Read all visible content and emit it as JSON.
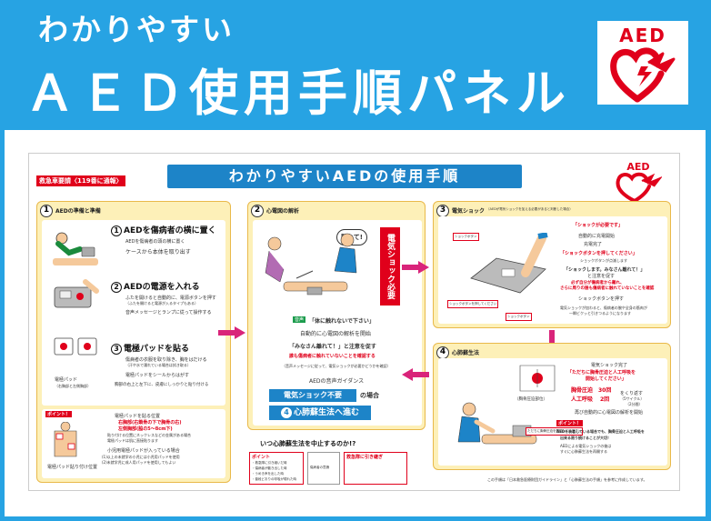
{
  "header": {
    "subtitle": "わかりやすい",
    "title": "ＡＥＤ使用手順パネル",
    "logo_text": "AED"
  },
  "poster": {
    "badge": "救急車要請〈119番に通報〉",
    "title": "わかりやすいAEDの使用手順",
    "logo_text": "AED",
    "panel1": {
      "num": "1",
      "label": "AEDの準備と準備",
      "step1_num": "1",
      "step1_title": "AEDを傷病者の横に置く",
      "step1_note1": "AEDを傷病者の頭の横に置く",
      "step1_note2": "ケースから本体を取り出す",
      "step2_num": "2",
      "step2_title": "AEDの電源を入れる",
      "step2_note1": "ふたを開けると自動的に、電源ボタンを押す",
      "step2_note2": "（ふたを開けると電源が入るタイプもある）",
      "step2_note3": "音声メッセージとランプに従って操作する",
      "step3_num": "3",
      "step3_title": "電極パッドを貼る",
      "step3_note1": "傷病者の衣服を取り除き、胸をはだける",
      "step3_note2": "（汗や水で濡れている場合は拭き取る）",
      "step3_note3": "電極パッドをシールからはがす",
      "step3_note4": "胸部の右上と左下に、皮膚にしっかりと貼り付ける",
      "pad_label": "電極パッド",
      "pad_note": "（右胸部と左側胸部）",
      "point_label": "ポイント！",
      "point1": "電極パッドを貼る位置",
      "point2": "右胸部(右鎖骨の下で胸骨の右)",
      "point3": "左側胸部(脇の5〜8cm下)",
      "point4": "貼り付ける位置にネックレスなどの金属がある場合",
      "point5": "電極パッドは肌に直接貼ります",
      "point6": "小児用電極パッドが入っている場合",
      "point7": "(1)以上の未就学の小児には小児用パッドを使用",
      "point8": "(2)未就学児に成人用パッドを使用してもよい",
      "pad_position_label": "電極パッド貼り付け位置"
    },
    "panel2": {
      "num": "2",
      "label": "心電図の解析",
      "speech": "離れて!",
      "vertical": "電気ショック必要",
      "green_label": "音声",
      "msg1": "「体に触れないで下さい」",
      "msg2": "自動的に心電図の解析を開始",
      "msg3": "「みなさん離れて！」と注意を促す",
      "msg4": "誰も傷病者に触れていないことを確認する",
      "msg5": "（音声メッセージに従って、電気ショックが必要かどうかを確認）",
      "msg6": "AEDの音声ガイダンス",
      "no_shock": "電気ショック不要",
      "case": "の場合",
      "cpr_num": "4",
      "cpr": "心肺蘇生法へ進む"
    },
    "panel3": {
      "num": "3",
      "label": "電気ショック",
      "label_note": "（AEDが電気ショックを加える必要があると判断した場合）",
      "msg1": "「ショックが必要です」",
      "msg2": "自動的に充電開始",
      "msg3": "充電完了",
      "msg4": "「ショックボタンを押してください」",
      "msg5": "ショックボタンが点滅します",
      "msg6": "「ショックします。みなさん離れて！」",
      "msg7": "と注意を促す",
      "msg8": "必ず自分が傷病者から離れ、",
      "msg9": "さらに周りの誰も傷病者に触れていないことを確認",
      "msg10": "ショックボタンを押す",
      "msg11": "電気ショックが加わると、傷病者の腕や全身の筋肉が",
      "msg12": "一瞬ビクッと引きつるようになります",
      "callout1": "ショックボタン",
      "callout2": "ショックボタンを押してください",
      "callout3": "ショックボタン"
    },
    "panel4": {
      "num": "4",
      "label": "心肺蘇生法",
      "heart_label": "（胸骨圧迫部位）",
      "msg1": "電気ショック完了",
      "msg2": "「ただちに胸骨圧迫と人工呼吸を",
      "msg3": "開始してください」",
      "compress": "胸骨圧迫",
      "compress_val": "30回",
      "breath": "人工呼吸",
      "breath_val": "2回",
      "cycle": "をくり返す",
      "cycle_note": "（5サイクル）",
      "cycle_note2": "（2分間）",
      "msg4": "再び自動的に心電図の解析を開始",
      "point_label": "ポイント！",
      "point1": "AEDを装着している場合でも、胸骨圧迫と人工呼吸を",
      "point2": "出来る限り続けることが大切！",
      "point3": "AEDによる電気ショックの後は",
      "point4": "すぐに心肺蘇生法を再開する",
      "callout": "ただちに胸骨圧迫を開始してください"
    },
    "stop": {
      "title": "いつ心肺蘇生法を中止するのか!?",
      "item1": "・救急隊に引き継いだ時",
      "item2": "・傷病者が動き出した時",
      "item3": "・うめき声を出した時",
      "item4": "・普段どおりの呼吸が現れた時",
      "label1": "ポイント",
      "label2": "傷病者の意識",
      "label3": "救急隊に引き継ぎ"
    },
    "footer": "この手順は「日本救急医療財団ガイドライン」と「心肺蘇生法の手順」を参考に作成しています。"
  }
}
